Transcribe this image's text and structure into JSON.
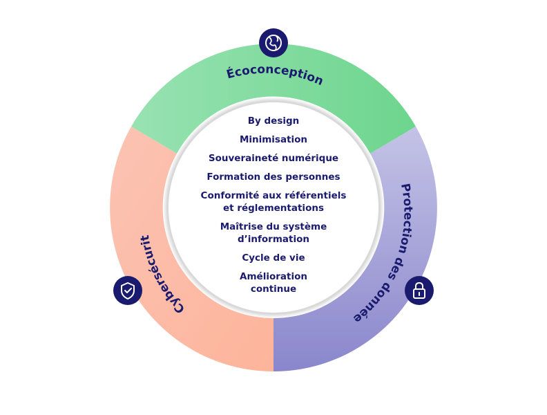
{
  "colors": {
    "navy": "#1a1a6e",
    "ecoconception": "#7fdc9c",
    "protection": "#9a97d2",
    "cybersecurite": "#fdb9a4"
  },
  "segments": {
    "ecoconception": {
      "label": "Écoconception",
      "icon": "globe-icon"
    },
    "protection": {
      "label": "Protection des données",
      "icon": "padlock-icon"
    },
    "cybersecurite": {
      "label": "Cybersécurité",
      "icon": "shield-icon"
    }
  },
  "center": {
    "items": [
      {
        "line1": "By design",
        "line2": ""
      },
      {
        "line1": "Minimisation",
        "line2": ""
      },
      {
        "line1": "Souveraineté numérique",
        "line2": ""
      },
      {
        "line1": "Formation des personnes",
        "line2": ""
      },
      {
        "line1": "Conformité aux référentiels",
        "line2": "et réglementations"
      },
      {
        "line1": "Maîtrise du système",
        "line2": "d’information"
      },
      {
        "line1": "Cycle de vie",
        "line2": ""
      },
      {
        "line1": "Amélioration",
        "line2": "continue"
      }
    ]
  }
}
